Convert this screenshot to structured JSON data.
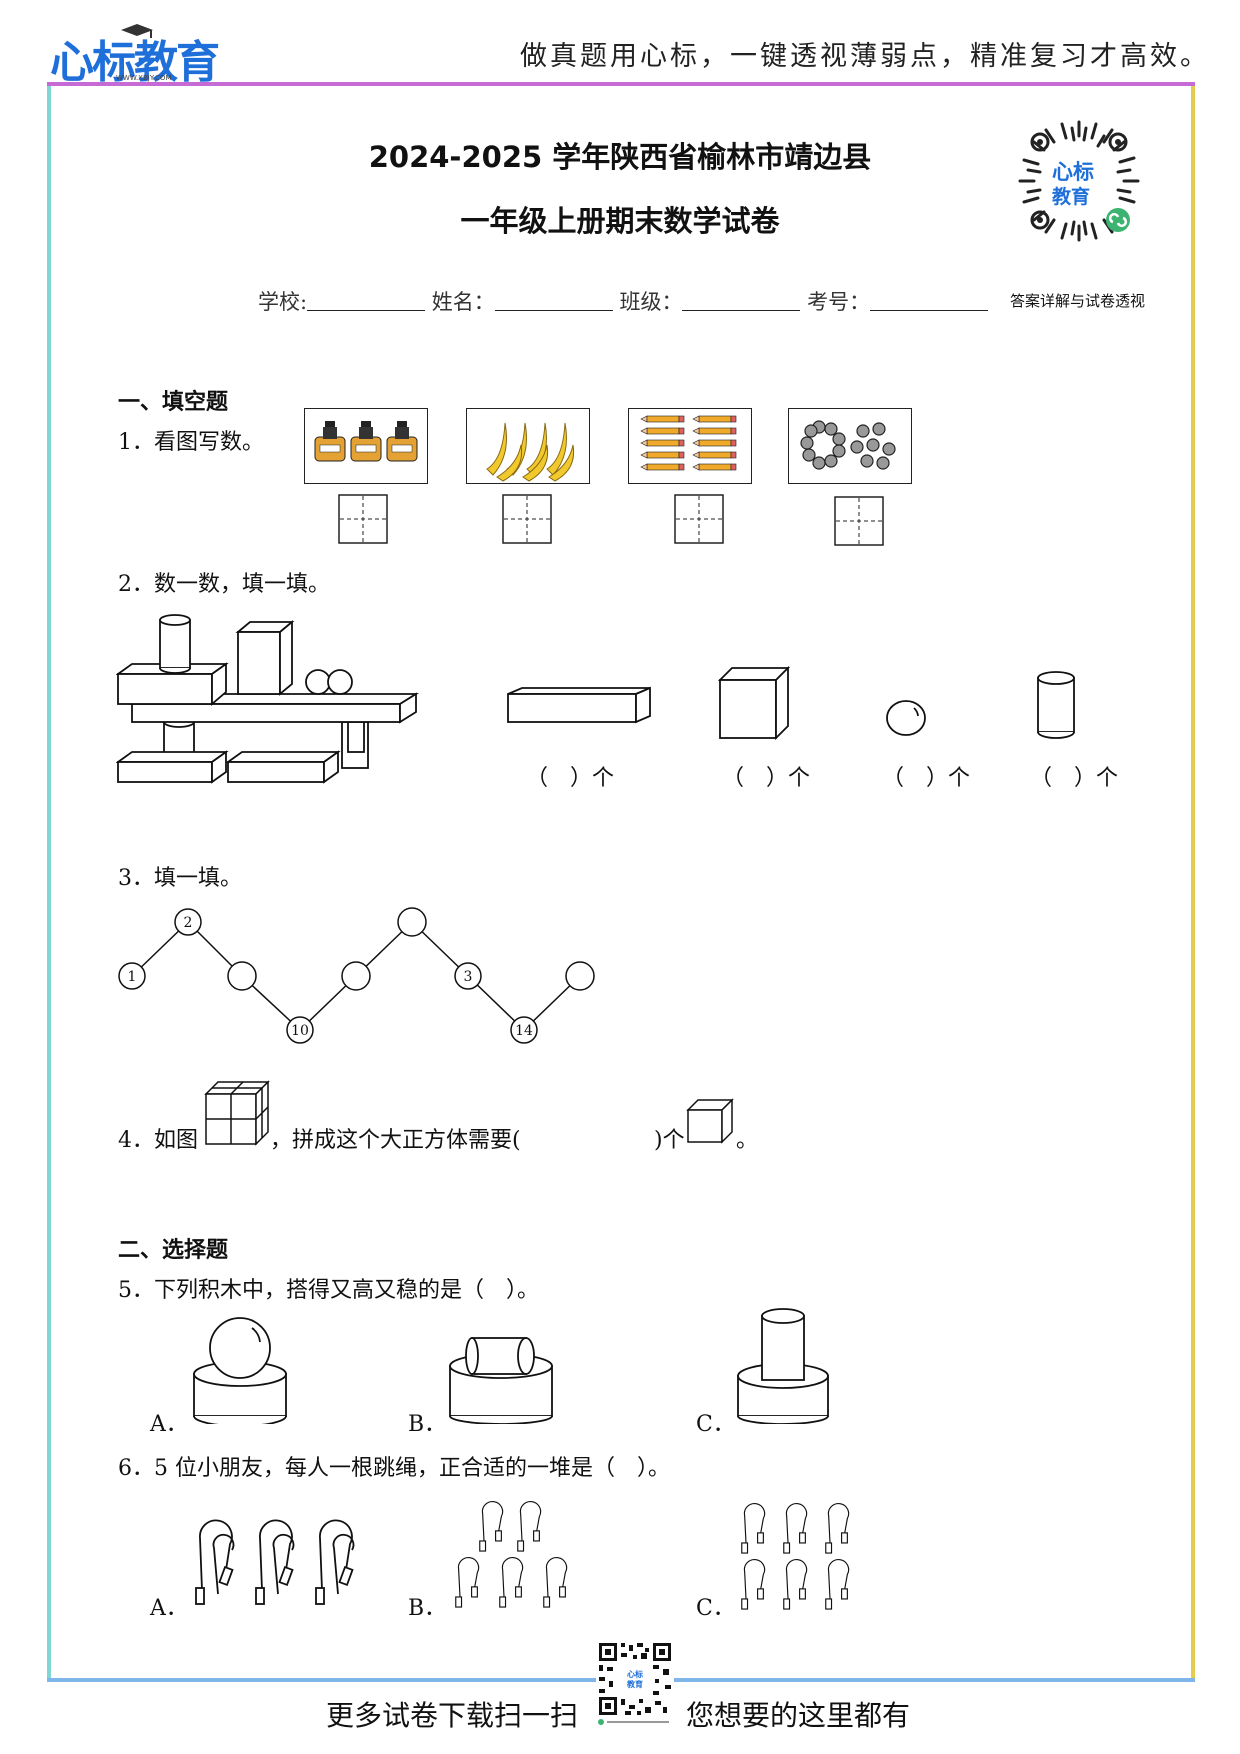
{
  "header": {
    "logo_text": "心标教育",
    "logo_url": "WWW.XBJY.COM",
    "slogan": "做真题用心标，一键透视薄弱点，精准复习才高效。"
  },
  "qr_badge": {
    "line1": "心标",
    "line2": "教育"
  },
  "exam": {
    "title_line1": "2024-2025 学年陕西省榆林市靖边县",
    "title_line2": "一年级上册期末数学试卷",
    "fields": [
      "学校:",
      "姓名：",
      "班级：",
      "考号："
    ],
    "answer_note": "答案详解与试卷透视"
  },
  "section1": {
    "heading": "一、填空题",
    "q1": "1．看图写数。",
    "q2": "2．数一数，填一填。",
    "q2_blank": "（　）个",
    "q3": "3．填一填。",
    "q3_nodes": [
      "1",
      "2",
      "10",
      "3",
      "14"
    ],
    "q4_prefix": "4．如图",
    "q4_mid": "，拼成这个大正方体需要(",
    "q4_suffix": ")个",
    "q4_end": "。"
  },
  "section2": {
    "heading": "二、选择题",
    "q5": "5．下列积木中，搭得又高又稳的是（　）。",
    "q6": "6．5 位小朋友，每人一根跳绳，正合适的一堆是（　）。",
    "options": [
      "A．",
      "B．",
      "C．"
    ]
  },
  "footer": {
    "left": "更多试卷下载扫一扫",
    "right": "您想要的这里都有"
  },
  "colors": {
    "top_rule": "#c66bd6",
    "left_rule": "#7fd6d2",
    "right_rule": "#e4cc4e",
    "bottom_rule": "#7fb6ea",
    "logo_blue": "#1e6fd9",
    "wechat_green": "#3cb371"
  }
}
